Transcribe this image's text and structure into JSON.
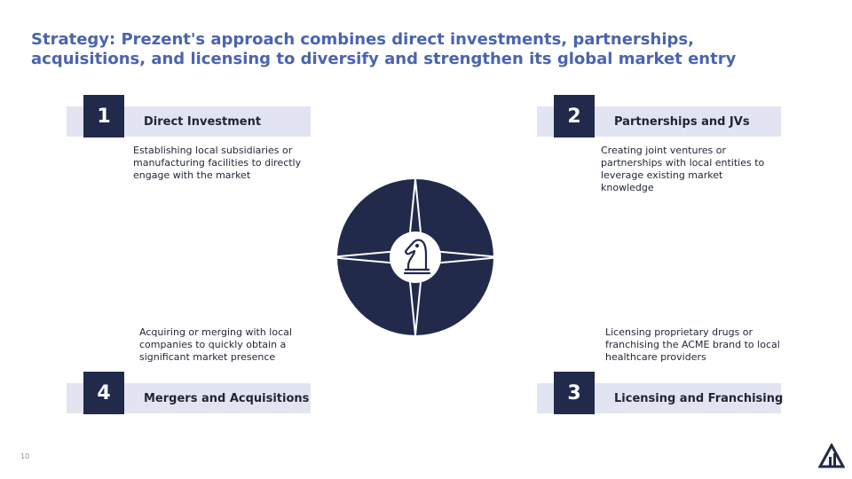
{
  "slide": {
    "title": "Strategy: Prezent's approach combines direct investments, partnerships, acquisitions, and licensing to diversify and strengthen its global market entry",
    "page_number": "10"
  },
  "strategies": {
    "direct_investment": {
      "number": "1",
      "label": "Direct Investment",
      "description": "Establishing local subsidiaries or manufacturing facilities to directly engage with the market"
    },
    "partnerships": {
      "number": "2",
      "label": "Partnerships and JVs",
      "description": "Creating joint ventures or partnerships with local entities to leverage existing market knowledge"
    },
    "licensing": {
      "number": "3",
      "label": "Licensing and Franchising",
      "description": "Licensing proprietary drugs or franchising the ACME brand to local healthcare providers"
    },
    "mergers": {
      "number": "4",
      "label": "Mergers and Acquisitions",
      "description": "Acquiring or merging with local companies to quickly obtain a significant market presence"
    }
  },
  "colors": {
    "title": "#4a64b0",
    "navy": "#222a4c",
    "bar": "#e2e5f1",
    "text": "#1f2535"
  },
  "icons": {
    "center": "chess-knight-icon",
    "logo": "company-logo-icon"
  }
}
